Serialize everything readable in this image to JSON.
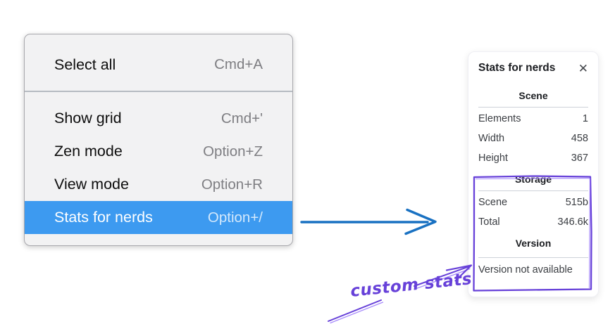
{
  "context_menu": {
    "items": [
      {
        "label": "Select all",
        "shortcut": "Cmd+A"
      },
      {
        "label": "Show grid",
        "shortcut": "Cmd+'"
      },
      {
        "label": "Zen mode",
        "shortcut": "Option+Z"
      },
      {
        "label": "View mode",
        "shortcut": "Option+R"
      },
      {
        "label": "Stats for nerds",
        "shortcut": "Option+/"
      }
    ],
    "selected_item": "Stats for nerds",
    "selected_color": "#3d9af0"
  },
  "stats_panel": {
    "title": "Stats for nerds",
    "close_icon": "✕",
    "sections": [
      {
        "header": "Scene",
        "rows": [
          {
            "label": "Elements",
            "value": "1"
          },
          {
            "label": "Width",
            "value": "458"
          },
          {
            "label": "Height",
            "value": "367"
          }
        ]
      },
      {
        "header": "Storage",
        "rows": [
          {
            "label": "Scene",
            "value": "515b"
          },
          {
            "label": "Total",
            "value": "346.6k"
          }
        ]
      },
      {
        "header": "Version",
        "note": "Version not available"
      }
    ]
  },
  "annotation": {
    "label": "custom stats",
    "color": "#6741d9"
  },
  "colors": {
    "flow_arrow_blue": "#1971c2",
    "annotation_purple": "#6741d9",
    "menu_highlight_blue": "#3d9af0"
  }
}
